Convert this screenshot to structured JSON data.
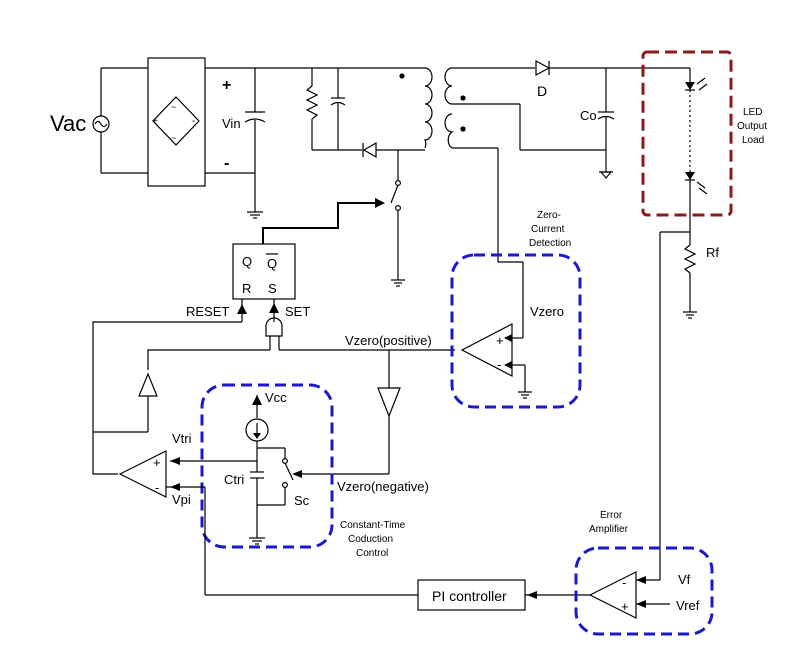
{
  "labels": {
    "vac": "Vac",
    "vin": "Vin",
    "plus": "+",
    "minus": "-",
    "d": "D",
    "co": "Co",
    "led_line1": "LED",
    "led_line2": "Output",
    "led_line3": "Load",
    "rf": "Rf",
    "zcd_line1": "Zero-",
    "zcd_line2": "Current",
    "zcd_line3": "Detection",
    "q": "Q",
    "qbar": "Q",
    "r": "R",
    "s": "S",
    "reset": "RESET",
    "set": "SET",
    "vzero_pos": "Vzero(positive)",
    "vzero": "Vzero",
    "vcc": "Vcc",
    "vtri": "Vtri",
    "vpi": "Vpi",
    "ctri": "Ctri",
    "sc": "Sc",
    "vzero_neg": "Vzero(negative)",
    "ctc_line1": "Constant-Time",
    "ctc_line2": "Coduction",
    "ctc_line3": "Control",
    "ea_line1": "Error",
    "ea_line2": "Amplifier",
    "pi_controller": "PI controller",
    "vf": "Vf",
    "vref": "Vref"
  },
  "colors": {
    "wire": "#000000",
    "dashed_blue": "#1a1acc",
    "dashed_red": "#8b1a1a"
  }
}
